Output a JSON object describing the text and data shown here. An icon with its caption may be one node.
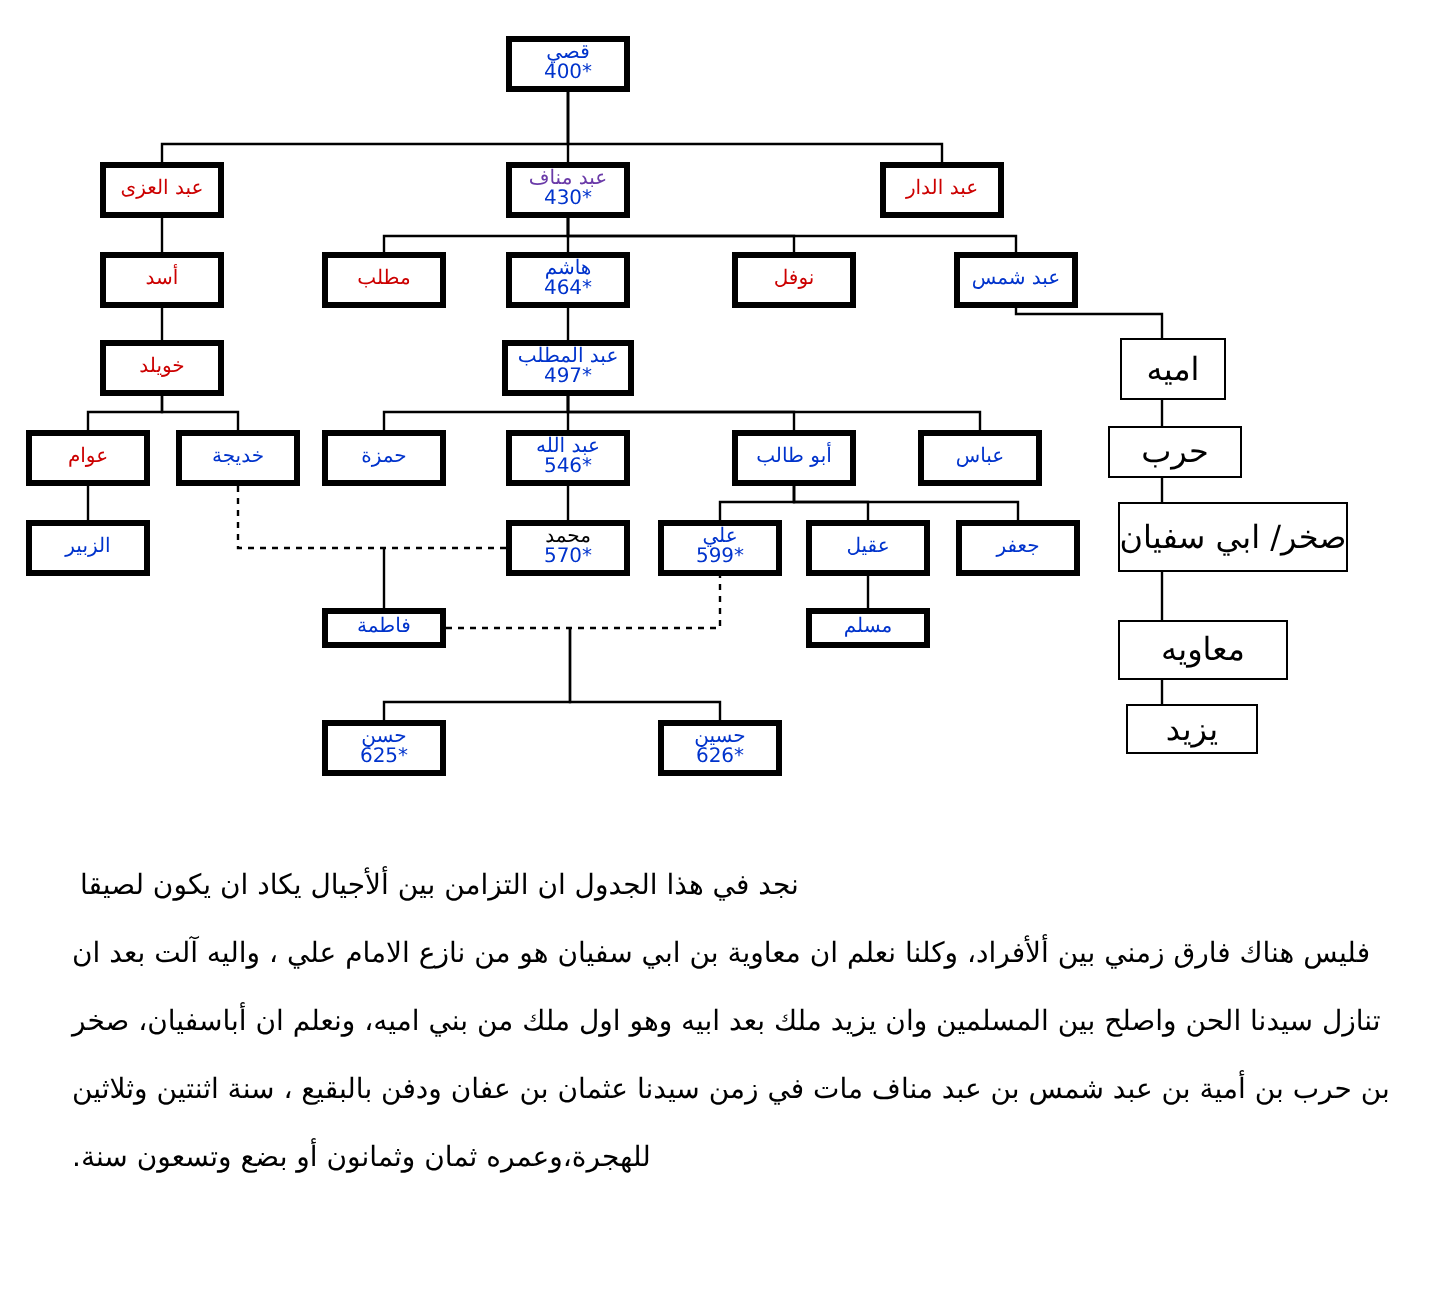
{
  "diagram": {
    "nodes": [
      {
        "text": [
          "قصي",
          "400*"
        ]
      },
      {
        "text": [
          "عبد العزى"
        ]
      },
      {
        "text": [
          "عبد مناف",
          "430*"
        ]
      },
      {
        "text": [
          "عبد الدار"
        ]
      },
      {
        "text": [
          "أسد"
        ]
      },
      {
        "text": [
          "مطلب"
        ]
      },
      {
        "text": [
          "هاشم",
          "464*"
        ]
      },
      {
        "text": [
          "نوفل"
        ]
      },
      {
        "text": [
          "عبد شمس"
        ]
      },
      {
        "text": [
          "خويلد"
        ]
      },
      {
        "text": [
          "عبد المطلب",
          "497*"
        ]
      },
      {
        "text": [
          "عوام"
        ]
      },
      {
        "text": [
          "خديجة"
        ]
      },
      {
        "text": [
          "حمزة"
        ]
      },
      {
        "text": [
          "عبد الله",
          "546*"
        ]
      },
      {
        "text": [
          "أبو طالب"
        ]
      },
      {
        "text": [
          "عباس"
        ]
      },
      {
        "text": [
          "الزبير"
        ]
      },
      {
        "text": [
          "محمد",
          "570*"
        ]
      },
      {
        "text": [
          "علي",
          "599*"
        ]
      },
      {
        "text": [
          "عقيل"
        ]
      },
      {
        "text": [
          "جعفر"
        ]
      },
      {
        "text": [
          "فاطمة"
        ]
      },
      {
        "text": [
          "مسلم"
        ]
      },
      {
        "text": [
          "حسن",
          "625*"
        ]
      },
      {
        "text": [
          "حسين",
          "626*"
        ]
      },
      {
        "text": [
          "اميه"
        ]
      },
      {
        "text": [
          "حرب"
        ]
      },
      {
        "text": [
          "صخر/ ابي سفيان"
        ]
      },
      {
        "text": [
          "معاويه"
        ]
      },
      {
        "text": [
          "يزيد"
        ]
      }
    ],
    "edges": [
      {
        "from": 0,
        "to": 1,
        "arrow": "none"
      },
      {
        "from": 0,
        "to": 2,
        "arrow": "none"
      },
      {
        "from": 0,
        "to": 3,
        "arrow": "none"
      },
      {
        "from": 1,
        "to": 4,
        "arrow": "none"
      },
      {
        "from": 2,
        "to": 5,
        "arrow": "none"
      },
      {
        "from": 2,
        "to": 6,
        "arrow": "none"
      },
      {
        "from": 2,
        "to": 7,
        "arrow": "none"
      },
      {
        "from": 2,
        "to": 8,
        "arrow": "none"
      },
      {
        "from": 4,
        "to": 9,
        "arrow": "none"
      },
      {
        "from": 6,
        "to": 10,
        "arrow": "none"
      },
      {
        "from": 8,
        "to": 26,
        "arrow": "none"
      },
      {
        "from": 9,
        "to": 11,
        "arrow": "none"
      },
      {
        "from": 9,
        "to": 12,
        "arrow": "none"
      },
      {
        "from": 10,
        "to": 13,
        "arrow": "none"
      },
      {
        "from": 10,
        "to": 14,
        "arrow": "none"
      },
      {
        "from": 10,
        "to": 15,
        "arrow": "none"
      },
      {
        "from": 10,
        "to": 16,
        "arrow": "none"
      },
      {
        "from": 26,
        "to": 27,
        "arrow": "none"
      },
      {
        "from": 11,
        "to": 17,
        "arrow": "none"
      },
      {
        "from": 14,
        "to": 18,
        "arrow": "none"
      },
      {
        "from": 15,
        "to": 19,
        "arrow": "none"
      },
      {
        "from": 15,
        "to": 20,
        "arrow": "none"
      },
      {
        "from": 15,
        "to": 21,
        "arrow": "none"
      },
      {
        "from": 12,
        "to": 18,
        "arrow": "none",
        "style": "dashed"
      },
      {
        "from": 27,
        "to": 28,
        "arrow": "none"
      },
      {
        "from": null,
        "to": 22,
        "arrow": "none"
      },
      {
        "from": 22,
        "to": 19,
        "arrow": "none",
        "style": "dashed"
      },
      {
        "from": 20,
        "to": 23,
        "arrow": "none"
      },
      {
        "from": 28,
        "to": 29,
        "arrow": "none"
      },
      {
        "from": null,
        "to": 24,
        "arrow": "none"
      },
      {
        "from": null,
        "to": 25,
        "arrow": "none"
      },
      {
        "from": 29,
        "to": 30,
        "arrow": "none"
      }
    ],
    "labels": [
      "نجد في هذا الجدول ان  التزامن بين ألأجيال  يكاد ان يكون لصيقا",
      "فليس هناك فارق زمني بين ألأفراد، وكلنا نعلم ان معاوية بن ابي سفيان هو من نازع الامام علي ، واليه آلت  بعد ان تنازل سيدنا الحن واصلح بين المسلمين  وان يزيد ملك بعد ابيه وهو اول ملك من بني اميه، ونعلم ان أباسفيان، صخر بن حرب بن أمية بن عبد شمس بن عبد مناف  مات في زمن سيدنا عثمان بن عفان ودفن بالبقيع ، سنة اثنتين وثلاثين للهجرة،وعمره ثمان وثمانون أو بضع وتسعون سنة."
    ]
  }
}
